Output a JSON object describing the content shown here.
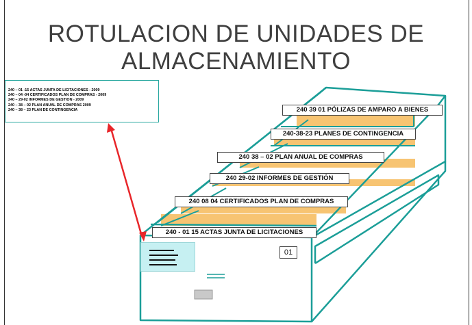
{
  "title_line1": "ROTULACION DE UNIDADES DE",
  "title_line2": "ALMACENAMIENTO",
  "legend": [
    "240 – 01 -15  ACTAS JUNTA DE LICITACIONES - 2009",
    "240 – 04 -04  CERTIFICADOS PLAN DE COMPRAS - 2009",
    "240 – 29-02  INFORMES DE GESTION - 2009",
    "240 – 38 – 02 PLAN ANUAL DE COMPRAS 2009",
    "240 – 38 – 23 PLAN DE CONTINGENCIA"
  ],
  "folder_labels": [
    "240 39 01 PÓLIZAS DE AMPARO A BIENES",
    "240-38-23 PLANES DE CONTINGENCIA",
    "240 38 – 02 PLAN ANUAL DE COMPRAS",
    "240 29-02 INFORMES DE GESTIÓN",
    "240 08 04 CERTIFICADOS PLAN DE COMPRAS",
    "240 - 01 15 ACTAS JUNTA DE LICITACIONES"
  ],
  "box_number": "01",
  "colors": {
    "box_outline": "#1b9e98",
    "folder": "#f7c472",
    "arrow": "#e8262a",
    "front_label": "#c6f0f2",
    "slot": "#c9c9c9"
  }
}
